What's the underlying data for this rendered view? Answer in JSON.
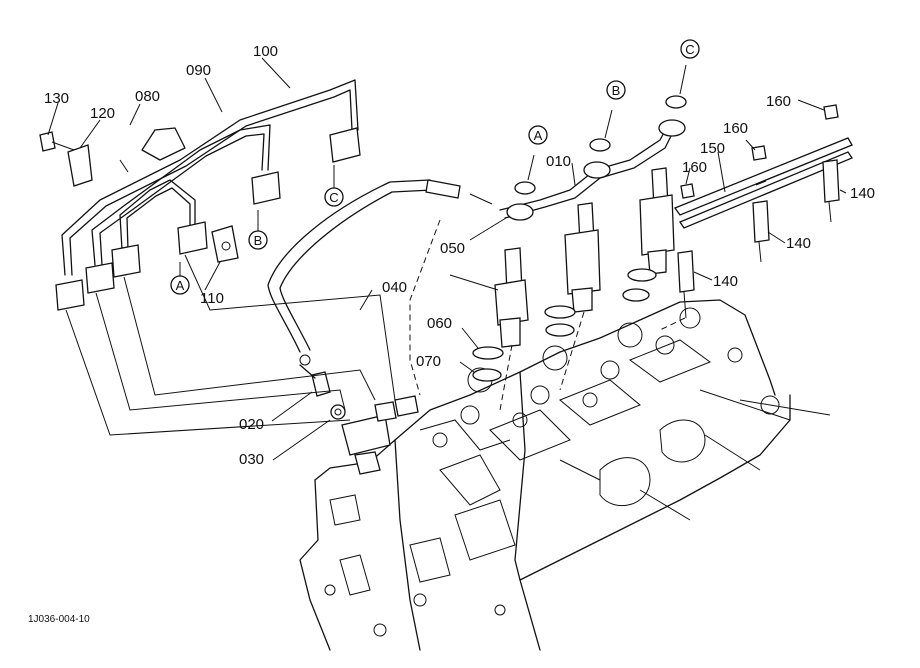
{
  "figure_code": "1J036-004-10",
  "callouts": [
    {
      "id": "c130",
      "text": "130"
    },
    {
      "id": "c120",
      "text": "120"
    },
    {
      "id": "c080",
      "text": "080"
    },
    {
      "id": "c090",
      "text": "090"
    },
    {
      "id": "c100",
      "text": "100"
    },
    {
      "id": "c110",
      "text": "110"
    },
    {
      "id": "c040",
      "text": "040"
    },
    {
      "id": "c050",
      "text": "050"
    },
    {
      "id": "c060",
      "text": "060"
    },
    {
      "id": "c070",
      "text": "070"
    },
    {
      "id": "c020",
      "text": "020"
    },
    {
      "id": "c030",
      "text": "030"
    },
    {
      "id": "c010",
      "text": "010"
    },
    {
      "id": "c150",
      "text": "150"
    },
    {
      "id": "c160a",
      "text": "160"
    },
    {
      "id": "c160b",
      "text": "160"
    },
    {
      "id": "c160c",
      "text": "160"
    },
    {
      "id": "c140a",
      "text": "140"
    },
    {
      "id": "c140b",
      "text": "140"
    },
    {
      "id": "c140c",
      "text": "140"
    }
  ],
  "connectors": {
    "a": "A",
    "b": "B",
    "c": "C"
  }
}
